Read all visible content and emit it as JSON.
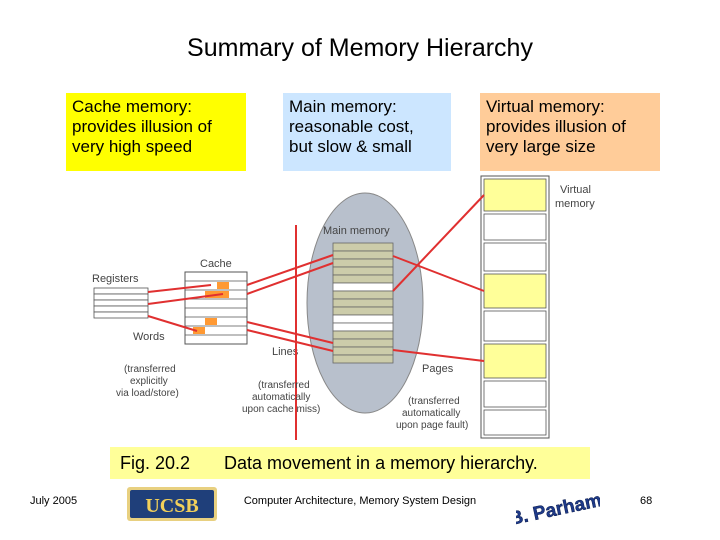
{
  "title": "Summary of Memory Hierarchy",
  "boxes": {
    "cache": {
      "lines": [
        "Cache memory:",
        "provides illusion of",
        "very high speed"
      ],
      "color": "#ffff00"
    },
    "main": {
      "lines": [
        "Main memory:",
        "reasonable cost,",
        "but slow & small"
      ],
      "color": "#cce6ff"
    },
    "virtual": {
      "lines": [
        "Virtual memory:",
        "provides illusion of",
        "very large size"
      ],
      "color": "#ffcc99"
    }
  },
  "diagram": {
    "labels": {
      "virtual_memory": [
        "Virtual",
        "memory"
      ],
      "main_memory": "Main memory",
      "cache": "Cache",
      "registers": "Registers",
      "words": "Words",
      "lines": "Lines",
      "pages": "Pages",
      "note_registers": [
        "(transferred",
        "explicitly",
        "via load/store)"
      ],
      "note_lines": [
        "(transferred",
        "automatically",
        "upon cache miss)"
      ],
      "note_pages": [
        "(transferred",
        "automatically",
        "upon page fault)"
      ]
    },
    "colors": {
      "arrows": "#e03030",
      "main_memory": "#b8c0cc",
      "pages": "#ffff99",
      "cache_cells": "#ff9933"
    }
  },
  "caption": {
    "fig": "Fig. 20.2",
    "text": "Data movement in a memory hierarchy.",
    "color": "#ffff99"
  },
  "footer": {
    "date": "July 2005",
    "center": "Computer Architecture, Memory System Design",
    "page": "68",
    "logo_text": "UCSB",
    "author_text": "B. Parhami"
  }
}
